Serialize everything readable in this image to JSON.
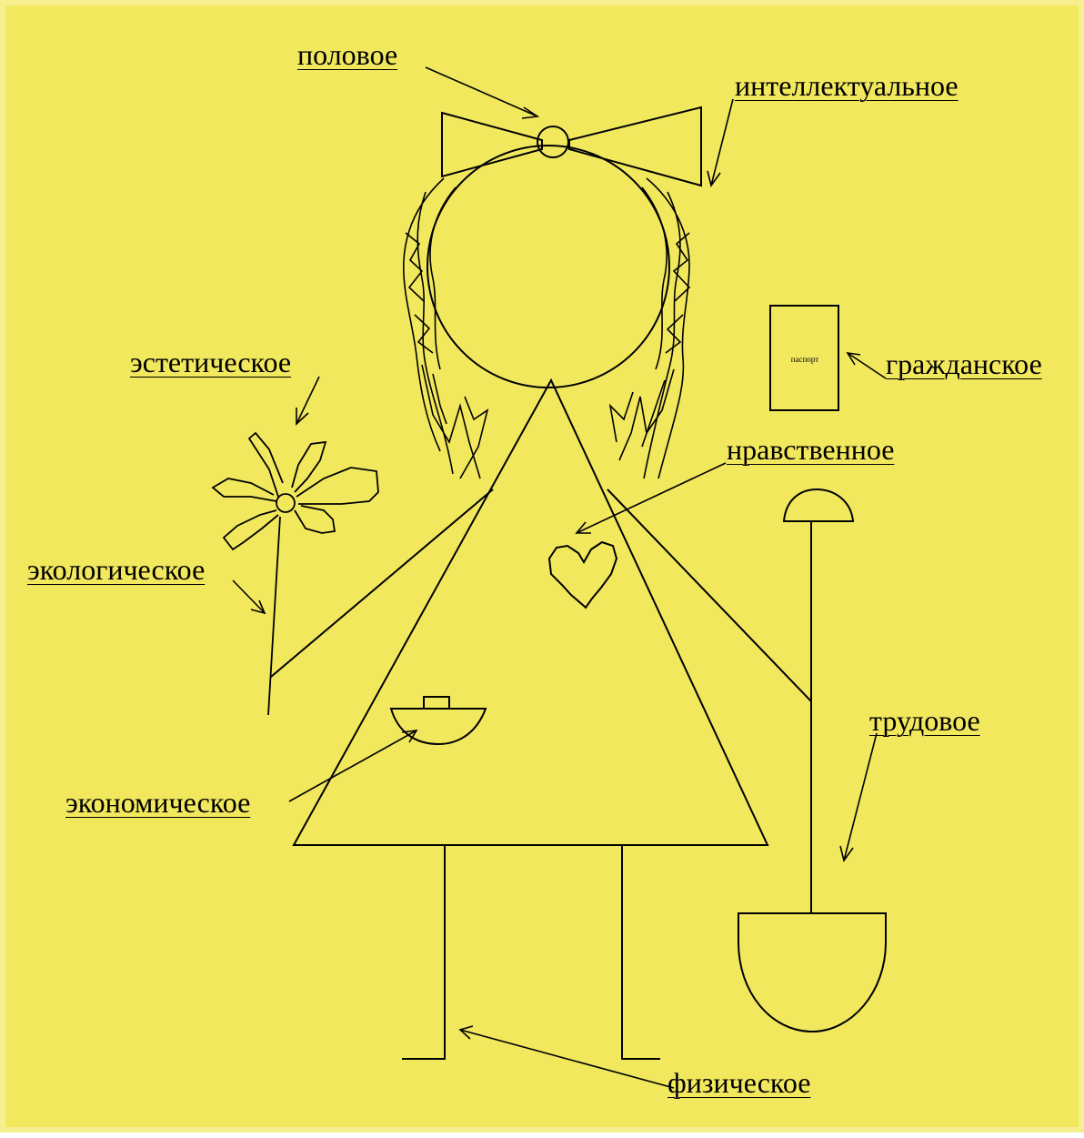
{
  "labels": {
    "polovoe": "половое",
    "intellektualnoe": "интеллектуальное",
    "esteticheskoe": "эстетическое",
    "grazhdanskoe": "гражданское",
    "nravstvennoe": "нравственное",
    "ekologicheskoe": "экологическое",
    "trudovoe": "трудовое",
    "ekonomicheskoe": "экономическое",
    "fizicheskoe": "физическое"
  },
  "passport": {
    "text": "паспорт"
  },
  "colors": {
    "background": "#f2e85e",
    "border": "#f7ef8f",
    "stroke": "#000000"
  }
}
